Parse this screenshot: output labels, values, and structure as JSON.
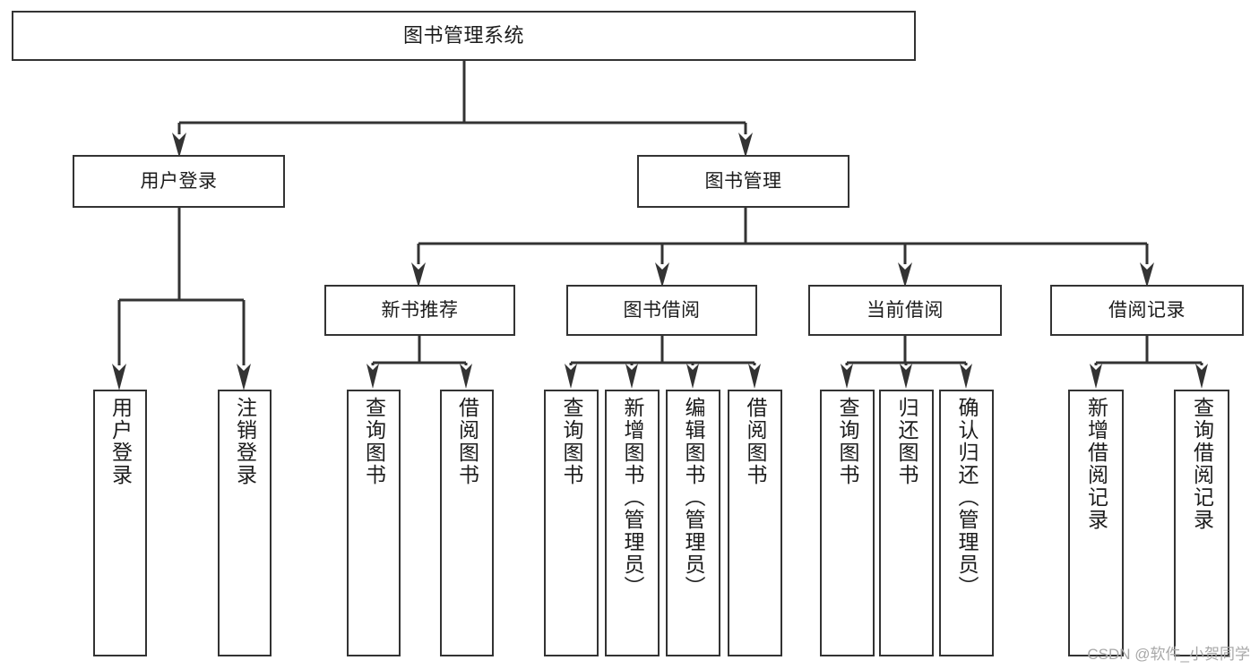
{
  "diagram": {
    "type": "tree-hierarchy",
    "title": "图书管理系统",
    "watermark": "CSDN @软件_小贺同学",
    "colors": {
      "box_border": "#333333",
      "box_fill": "#ffffff",
      "connector": "#333333",
      "text": "#1c1c1c",
      "watermark": "#a8a8a8"
    },
    "nodes": {
      "root": {
        "label": "图书管理系统"
      },
      "level2": [
        {
          "id": "user-login",
          "label": "用户登录"
        },
        {
          "id": "book-manage",
          "label": "图书管理"
        }
      ],
      "level3": [
        {
          "id": "new-book-recommend",
          "label": "新书推荐"
        },
        {
          "id": "book-borrow",
          "label": "图书借阅"
        },
        {
          "id": "current-borrow",
          "label": "当前借阅"
        },
        {
          "id": "borrow-record",
          "label": "借阅记录"
        }
      ],
      "leaves": {
        "user-login": [
          {
            "id": "leaf-user-login",
            "label": "用户登录"
          },
          {
            "id": "leaf-logout-login",
            "label": "注销登录"
          }
        ],
        "new-book-recommend": [
          {
            "id": "leaf-query-book-1",
            "label": "查询图书"
          },
          {
            "id": "leaf-borrow-book-1",
            "label": "借阅图书"
          }
        ],
        "book-borrow": [
          {
            "id": "leaf-query-book-2",
            "label": "查询图书"
          },
          {
            "id": "leaf-add-book",
            "label": "新增图书（管理员）"
          },
          {
            "id": "leaf-edit-book",
            "label": "编辑图书（管理员）"
          },
          {
            "id": "leaf-borrow-book-2",
            "label": "借阅图书"
          }
        ],
        "current-borrow": [
          {
            "id": "leaf-query-book-3",
            "label": "查询图书"
          },
          {
            "id": "leaf-return-book",
            "label": "归还图书"
          },
          {
            "id": "leaf-confirm-return",
            "label": "确认归还（管理员）"
          }
        ],
        "borrow-record": [
          {
            "id": "leaf-add-record",
            "label": "新增借阅记录"
          },
          {
            "id": "leaf-query-record",
            "label": "查询借阅记录"
          }
        ]
      }
    }
  }
}
